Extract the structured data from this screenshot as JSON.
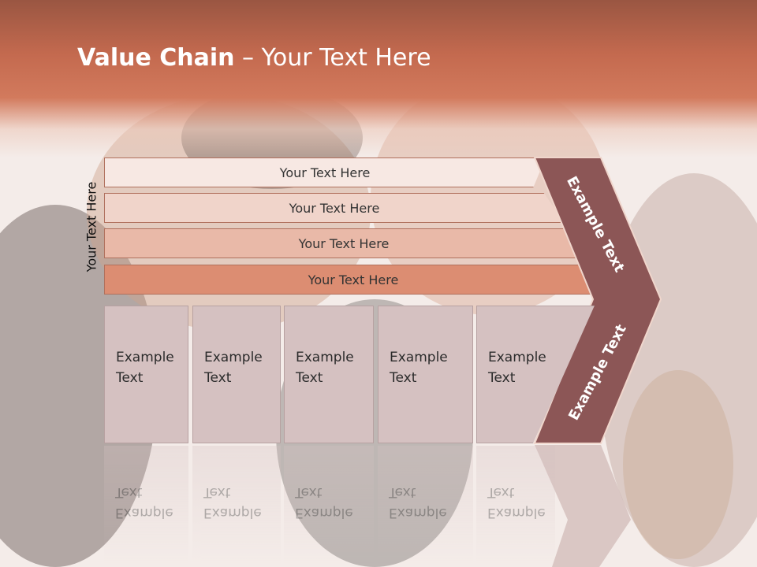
{
  "slide": {
    "title_bold": "Value Chain",
    "title_rest": " – Your Text Here",
    "side_label": "Your Text Here"
  },
  "bars": [
    {
      "label": "Your Text Here",
      "color": "#f7e8e3"
    },
    {
      "label": "Your Text Here",
      "color": "#f0d4ca"
    },
    {
      "label": "Your Text Here",
      "color": "#e9b9a8"
    },
    {
      "label": "Your Text Here",
      "color": "#dc8d72"
    }
  ],
  "cells": [
    {
      "line1": "Example",
      "line2": "Text"
    },
    {
      "line1": "Example",
      "line2": "Text"
    },
    {
      "line1": "Example",
      "line2": "Text"
    },
    {
      "line1": "Example",
      "line2": "Text"
    },
    {
      "line1": "Example",
      "line2": "Text"
    }
  ],
  "chevron": {
    "upper_label": "Example Text",
    "lower_label": "Example Text",
    "color": "#8c5656"
  },
  "colors": {
    "header": "#c46a4f",
    "cell_fill": "#d5c1c1"
  }
}
